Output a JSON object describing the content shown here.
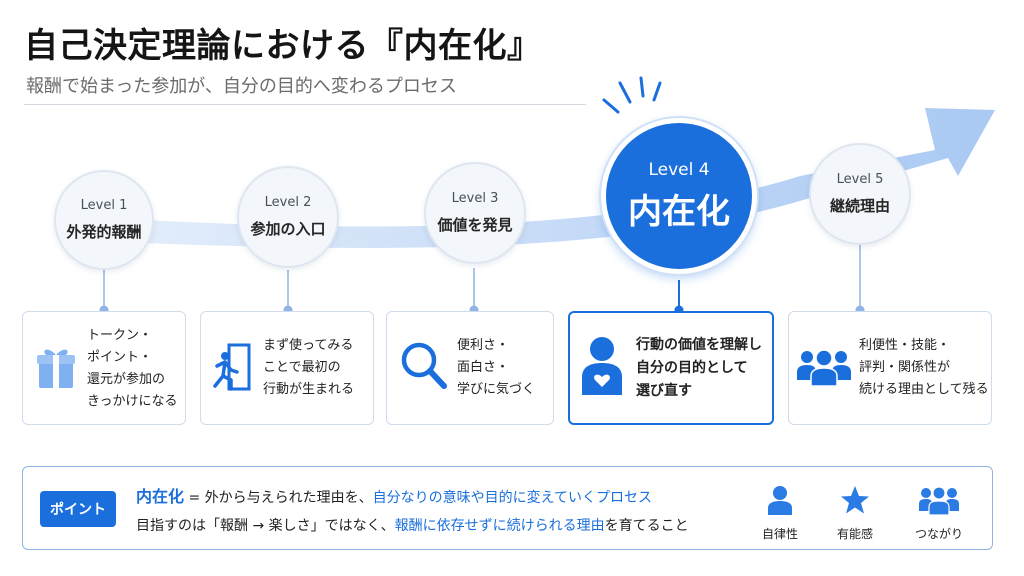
{
  "title": "自己決定理論における『内在化』",
  "subtitle": "報酬で始まった参加が、自分の目的へ変わるプロセス",
  "levels": [
    {
      "level": "Level 1",
      "name": "外発的報酬",
      "icon": "gift-icon",
      "text": "トークン・\nポイント・\n還元が参加の\nきっかけになる"
    },
    {
      "level": "Level 2",
      "name": "参加の入口",
      "icon": "door-entry-icon",
      "text": "まず使ってみる\nことで最初の\n行動が生まれる"
    },
    {
      "level": "Level 3",
      "name": "価値を発見",
      "icon": "search-icon",
      "text": "便利さ・\n面白さ・\n学びに気づく"
    },
    {
      "level": "Level 4",
      "name": "内在化",
      "icon": "person-heart-icon",
      "text": "行動の価値を理解し\n自分の目的として\n選び直す"
    },
    {
      "level": "Level 5",
      "name": "継続理由",
      "icon": "group-icon",
      "text": "利便性・技能・\n評判・関係性が\n続ける理由として残る"
    }
  ],
  "point": {
    "badge": "ポイント",
    "term": "内在化",
    "line1_eq": " = 外から与えられた理由を、",
    "line1_blue": "自分なりの意味や目的に変えていくプロセス",
    "line2_a": "目指すのは「報酬 → 楽しさ」ではなく、",
    "line2_blue": "報酬に依存せずに続けられる理由",
    "line2_b": "を育てること",
    "items": [
      {
        "label": "自律性",
        "icon": "person-icon"
      },
      {
        "label": "有能感",
        "icon": "star-icon"
      },
      {
        "label": "つながり",
        "icon": "group-icon"
      }
    ]
  },
  "colors": {
    "accent": "#1a6fdc",
    "arrow": "#c8dcf7",
    "icon": "#2a7be4"
  }
}
